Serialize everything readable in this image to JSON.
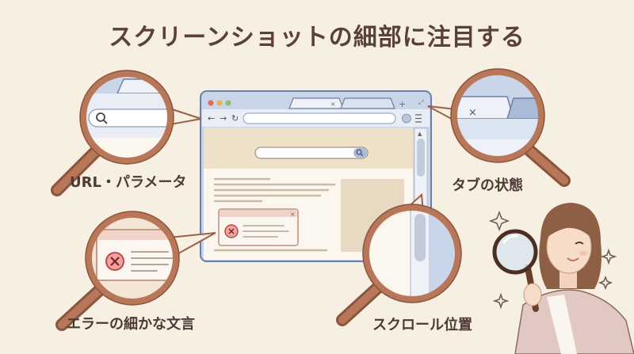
{
  "title": "スクリーンショットの細部に注目する",
  "callouts": {
    "url": "URL・パラメータ",
    "tabs": "タブの状態",
    "error": "エラーの細かな文言",
    "scroll": "スクロール位置"
  },
  "icons": [
    "search-icon",
    "close-icon",
    "plus-icon",
    "back-arrow-icon",
    "forward-arrow-icon",
    "reload-icon",
    "error-icon",
    "magnifying-glass-icon",
    "sparkle-icon"
  ],
  "colors": {
    "background": "#f6efe2",
    "browser_frame": "#c9d6ea",
    "lens_ring": "#b9775a",
    "error_red": "#d9574f",
    "text": "#4c3a33"
  }
}
